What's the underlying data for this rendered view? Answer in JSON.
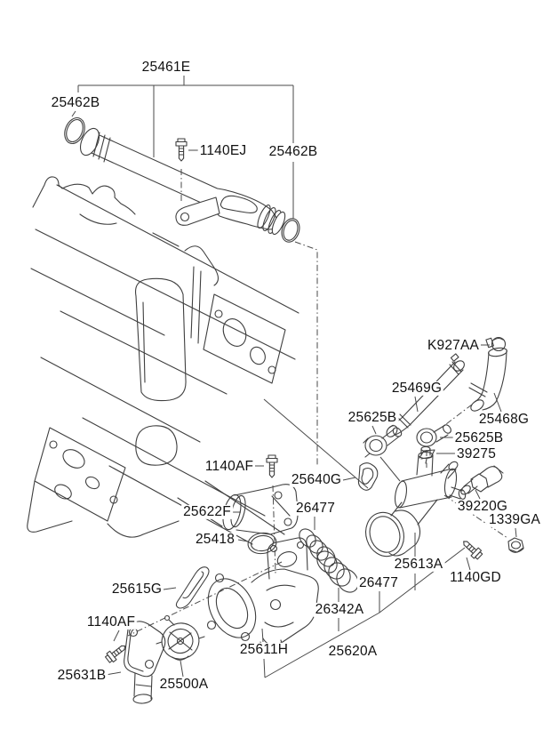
{
  "diagram_labels": [
    {
      "id": "lbl-25461E",
      "text": "25461E"
    },
    {
      "id": "lbl-25462B-left",
      "text": "25462B"
    },
    {
      "id": "lbl-1140EJ",
      "text": "1140EJ"
    },
    {
      "id": "lbl-25462B-right",
      "text": "25462B"
    },
    {
      "id": "lbl-K927AA",
      "text": "K927AA"
    },
    {
      "id": "lbl-25469G",
      "text": "25469G"
    },
    {
      "id": "lbl-25625B-left",
      "text": "25625B"
    },
    {
      "id": "lbl-25468G",
      "text": "25468G"
    },
    {
      "id": "lbl-25625B-right",
      "text": "25625B"
    },
    {
      "id": "lbl-39275",
      "text": "39275"
    },
    {
      "id": "lbl-1140AF-top",
      "text": "1140AF"
    },
    {
      "id": "lbl-25640G",
      "text": "25640G"
    },
    {
      "id": "lbl-26477-top",
      "text": "26477"
    },
    {
      "id": "lbl-25622F",
      "text": "25622F"
    },
    {
      "id": "lbl-39220G",
      "text": "39220G"
    },
    {
      "id": "lbl-1339GA",
      "text": "1339GA"
    },
    {
      "id": "lbl-25418",
      "text": "25418"
    },
    {
      "id": "lbl-25613A",
      "text": "25613A"
    },
    {
      "id": "lbl-1140GD",
      "text": "1140GD"
    },
    {
      "id": "lbl-26477-bottom",
      "text": "26477"
    },
    {
      "id": "lbl-25615G",
      "text": "25615G"
    },
    {
      "id": "lbl-26342A",
      "text": "26342A"
    },
    {
      "id": "lbl-1140AF-bottom",
      "text": "1140AF"
    },
    {
      "id": "lbl-25611H",
      "text": "25611H"
    },
    {
      "id": "lbl-25620A",
      "text": "25620A"
    },
    {
      "id": "lbl-25631B",
      "text": "25631B"
    },
    {
      "id": "lbl-25500A",
      "text": "25500A"
    }
  ],
  "colors": {
    "background": "#ffffff",
    "line": "#3f3f3f",
    "text": "#111111"
  }
}
